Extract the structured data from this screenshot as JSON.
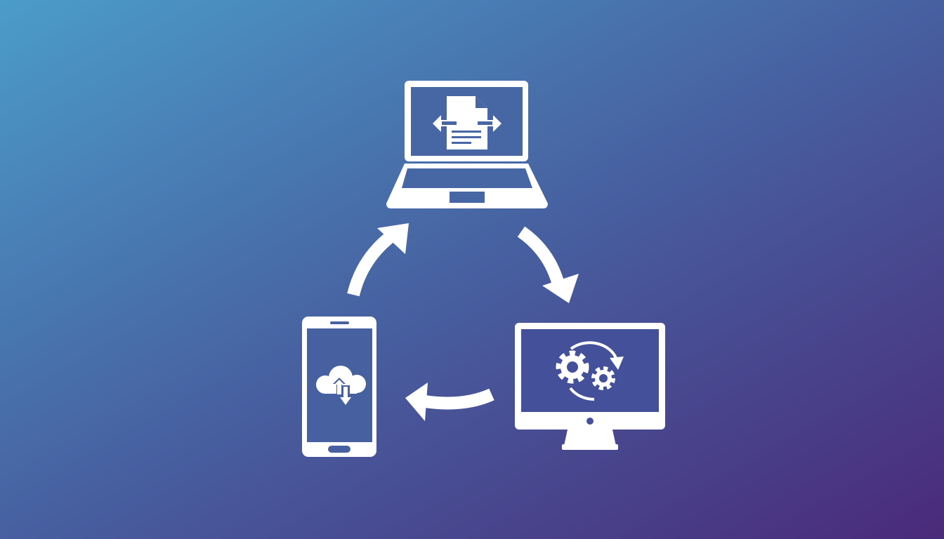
{
  "colors": {
    "background_top_left": "#4b9cc9",
    "background_center": "#4760a0",
    "background_bottom_right": "#4a2a7a",
    "icon": "#ffffff"
  },
  "icons": {
    "laptop": "laptop-file-transfer-icon",
    "monitor": "monitor-gears-sync-icon",
    "phone": "smartphone-cloud-sync-icon",
    "arrows": [
      "arrow-phone-to-laptop",
      "arrow-laptop-to-monitor",
      "arrow-monitor-to-phone"
    ]
  }
}
